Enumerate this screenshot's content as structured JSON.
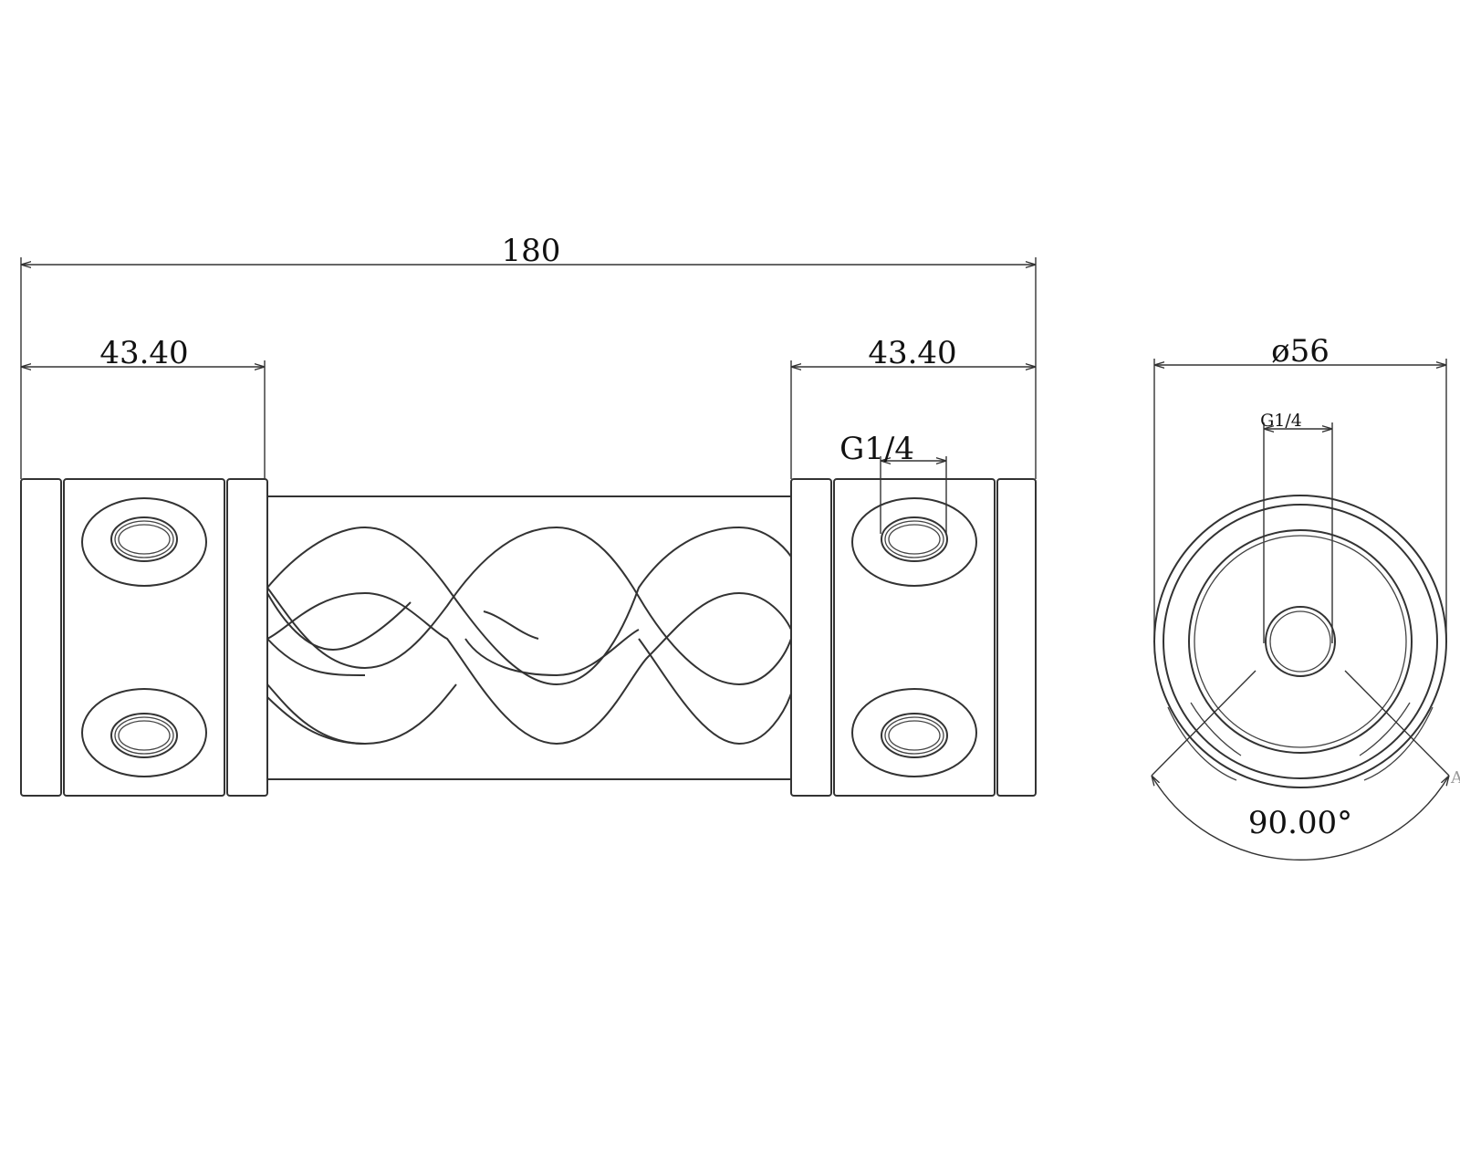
{
  "drawing": {
    "overall_length_label": "180",
    "left_block_length_label": "43.40",
    "right_block_length_label": "43.40",
    "thread_label_side": "G1/4",
    "diameter_label": "ø56",
    "thread_label_end": "G1/4",
    "angle_label": "90.00°",
    "corner_marker": "A"
  }
}
